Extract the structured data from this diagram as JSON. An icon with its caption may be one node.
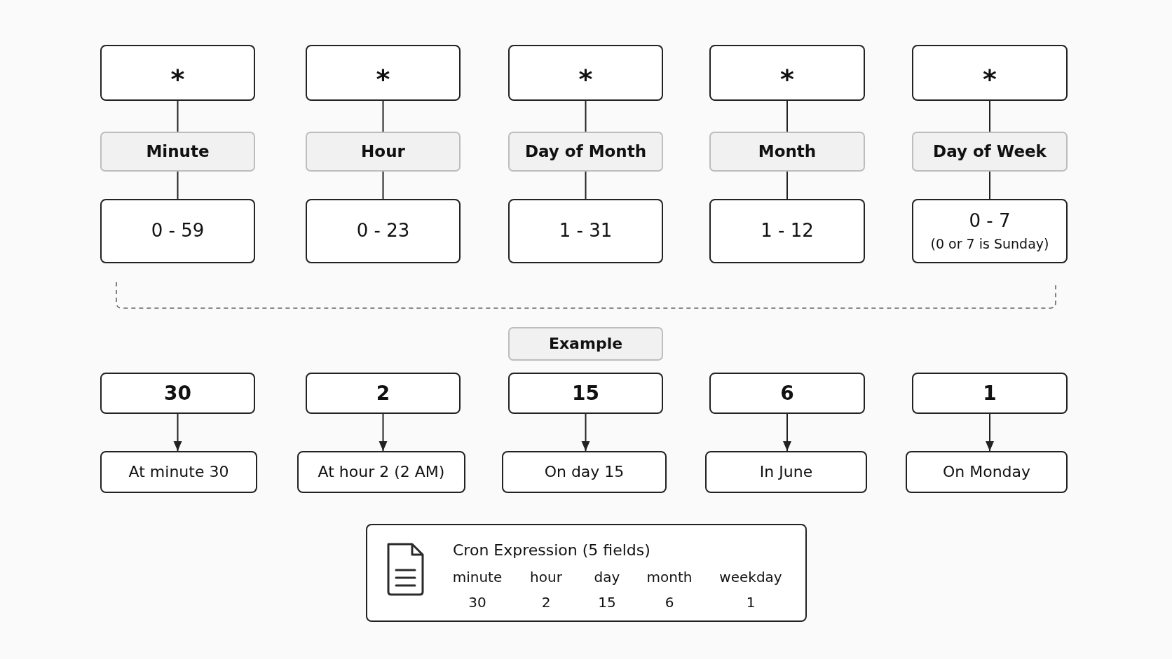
{
  "diagram": {
    "nodes": [
      {
        "text": [
          "*"
        ]
      },
      {
        "text": [
          "*"
        ]
      },
      {
        "text": [
          "*"
        ]
      },
      {
        "text": [
          "*"
        ]
      },
      {
        "text": [
          "*"
        ]
      },
      {
        "text": [
          "Minute"
        ]
      },
      {
        "text": [
          "Hour"
        ]
      },
      {
        "text": [
          "Day of Month"
        ]
      },
      {
        "text": [
          "Month"
        ]
      },
      {
        "text": [
          "Day of Week"
        ]
      },
      {
        "text": [
          "0 - 59"
        ]
      },
      {
        "text": [
          "0 - 23"
        ]
      },
      {
        "text": [
          "1 - 31"
        ]
      },
      {
        "text": [
          "1 - 12"
        ]
      },
      {
        "text": [
          "0 - 7",
          "(0 or 7 is Sunday)"
        ]
      },
      {
        "text": [
          "Example"
        ]
      },
      {
        "text": [
          "30"
        ]
      },
      {
        "text": [
          "2"
        ]
      },
      {
        "text": [
          "15"
        ]
      },
      {
        "text": [
          "6"
        ]
      },
      {
        "text": [
          "1"
        ]
      },
      {
        "text": [
          "At minute 30"
        ]
      },
      {
        "text": [
          "At hour 2 (2 AM)"
        ]
      },
      {
        "text": [
          "On day 15"
        ]
      },
      {
        "text": [
          "In June"
        ]
      },
      {
        "text": [
          "On Monday"
        ]
      },
      {
        "text": [
          "Cron Expression (5 fields)",
          "minute",
          "hour",
          "day",
          "month",
          "weekday",
          "30",
          "2",
          "15",
          "6",
          "1"
        ]
      }
    ],
    "edges": [
      {
        "from": 0,
        "to": 5,
        "arrow": "none"
      },
      {
        "from": 5,
        "to": 10,
        "arrow": "none"
      },
      {
        "from": 1,
        "to": 6,
        "arrow": "none"
      },
      {
        "from": 6,
        "to": 11,
        "arrow": "none"
      },
      {
        "from": 2,
        "to": 7,
        "arrow": "none"
      },
      {
        "from": 7,
        "to": 12,
        "arrow": "none"
      },
      {
        "from": 3,
        "to": 8,
        "arrow": "none"
      },
      {
        "from": 8,
        "to": 13,
        "arrow": "none"
      },
      {
        "from": 4,
        "to": 9,
        "arrow": "none"
      },
      {
        "from": 9,
        "to": 14,
        "arrow": "none"
      },
      {
        "from": 16,
        "to": 21,
        "arrow": "to"
      },
      {
        "from": 17,
        "to": 22,
        "arrow": "to"
      },
      {
        "from": 18,
        "to": 23,
        "arrow": "to"
      },
      {
        "from": 19,
        "to": 24,
        "arrow": "to"
      },
      {
        "from": 20,
        "to": 25,
        "arrow": "to"
      }
    ]
  }
}
